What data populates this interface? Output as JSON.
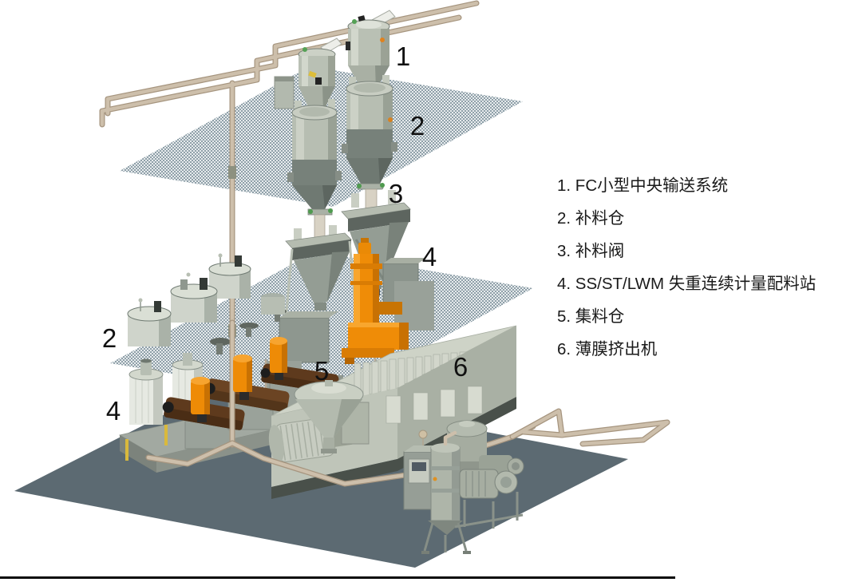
{
  "legend": {
    "items": [
      "1. FC小型中央输送系统",
      "2. 补料仓",
      "3. 补料阀",
      "4. SS/ST/LWM 失重连续计量配料站",
      "5. 集料仓",
      "6. 薄膜挤出机"
    ]
  },
  "callouts": [
    {
      "label": "1"
    },
    {
      "label": "2"
    },
    {
      "label": "3"
    },
    {
      "label": "4"
    },
    {
      "label": "2"
    },
    {
      "label": "4"
    },
    {
      "label": "5"
    },
    {
      "label": "6"
    }
  ],
  "colors": {
    "floor": "#5c6a72",
    "platform_hatch": "#8fa0a9",
    "machine_light": "#c6ccc0",
    "machine_mid": "#a9b0a4",
    "machine_dark": "#77817a",
    "accent_orange": "#ef8c07",
    "feeder_brown": "#5e3a1d",
    "pipe_tan": "#c3b4a1",
    "label_text": "#1a1a1a"
  }
}
